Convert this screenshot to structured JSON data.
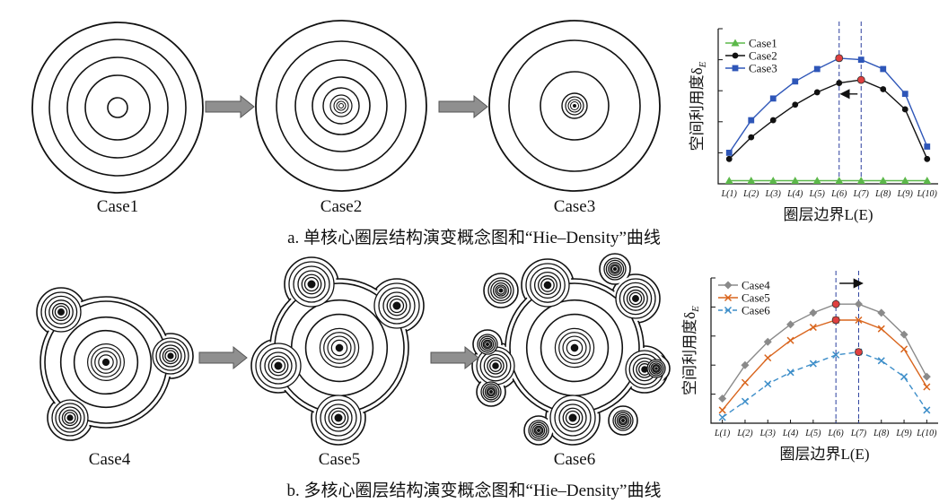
{
  "captions": {
    "a": "a. 单核心圈层结构演变概念图和“Hie–Density”曲线",
    "b": "b. 多核心圈层结构演变概念图和“Hie–Density”曲线"
  },
  "cases_top": [
    "Case1",
    "Case2",
    "Case3"
  ],
  "cases_bottom": [
    "Case4",
    "Case5",
    "Case6"
  ],
  "colors": {
    "case1": "#5cb84a",
    "case2": "#111111",
    "case3": "#2e56b8",
    "case4": "#8a8a8a",
    "case5": "#d9651d",
    "case6": "#3d8ec9",
    "highlight": "#e04040",
    "guide": "#2a3f9e",
    "arrow_fill": "#8f8f8f"
  },
  "chart_data": [
    {
      "type": "line",
      "ylabel": "空间利用度δ",
      "ylabel_sub": "E",
      "xlabel": "圈层边界L(E)",
      "categories": [
        "L(1)",
        "L(2)",
        "L(3)",
        "L(4)",
        "L(5)",
        "L(6)",
        "L(7)",
        "L(8)",
        "L(9)",
        "L(10)"
      ],
      "ylim": [
        0,
        10
      ],
      "series": [
        {
          "name": "Case1",
          "marker": "triangle",
          "values": [
            0.2,
            0.2,
            0.2,
            0.2,
            0.2,
            0.2,
            0.2,
            0.2,
            0.2,
            0.2
          ]
        },
        {
          "name": "Case2",
          "marker": "circle",
          "values": [
            1.6,
            3.0,
            4.1,
            5.1,
            5.9,
            6.5,
            6.7,
            6.1,
            4.8,
            1.6
          ]
        },
        {
          "name": "Case3",
          "marker": "square",
          "values": [
            2.0,
            4.1,
            5.5,
            6.6,
            7.4,
            8.1,
            8.0,
            7.4,
            5.8,
            2.4
          ]
        }
      ],
      "highlight_points": [
        {
          "series": "Case2",
          "index": 6
        },
        {
          "series": "Case3",
          "index": 5
        }
      ],
      "guide_lines": [
        5,
        6
      ],
      "arrow": "left"
    },
    {
      "type": "line",
      "ylabel": "空间利用度δ",
      "ylabel_sub": "E",
      "xlabel": "圈层边界L(E)",
      "categories": [
        "L(1)",
        "L(2)",
        "L(3)",
        "L(4)",
        "L(5)",
        "L(6)",
        "L(7)",
        "L(8)",
        "L(9)",
        "L(10)"
      ],
      "ylim": [
        0,
        10
      ],
      "series": [
        {
          "name": "Case4",
          "marker": "diamond",
          "values": [
            1.7,
            4.0,
            5.6,
            6.8,
            7.6,
            8.2,
            8.2,
            7.6,
            6.1,
            3.2
          ]
        },
        {
          "name": "Case5",
          "marker": "x",
          "values": [
            0.9,
            2.8,
            4.5,
            5.7,
            6.6,
            7.1,
            7.1,
            6.5,
            5.1,
            2.5
          ]
        },
        {
          "name": "Case6",
          "marker": "x",
          "dashed": true,
          "values": [
            0.4,
            1.5,
            2.7,
            3.5,
            4.1,
            4.7,
            4.9,
            4.3,
            3.2,
            0.9
          ]
        }
      ],
      "highlight_points": [
        {
          "series": "Case4",
          "index": 5
        },
        {
          "series": "Case5",
          "index": 5
        },
        {
          "series": "Case6",
          "index": 6
        }
      ],
      "guide_lines": [
        5,
        6
      ],
      "arrow": "right"
    }
  ]
}
